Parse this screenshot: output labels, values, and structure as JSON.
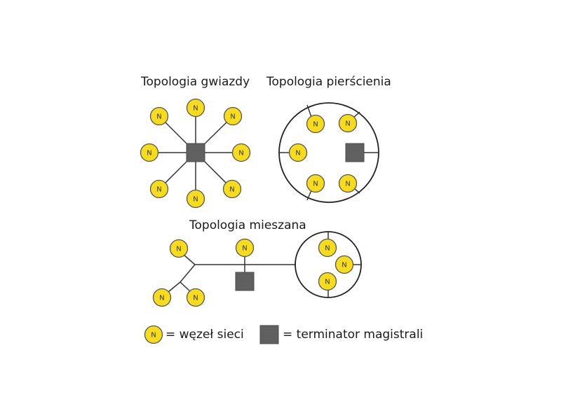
{
  "titles": {
    "star": "Topologia gwiazdy",
    "ring": "Topologia pierścienia",
    "mixed": "Topologia mieszana"
  },
  "node_label": "N",
  "legend": {
    "node_text": "= węzeł sieci",
    "terminator_text": "= terminator magistrali"
  },
  "colors": {
    "node_fill": "#f7dc1b",
    "node_stroke": "#555555",
    "terminator_fill": "#606060",
    "line": "#333333"
  }
}
